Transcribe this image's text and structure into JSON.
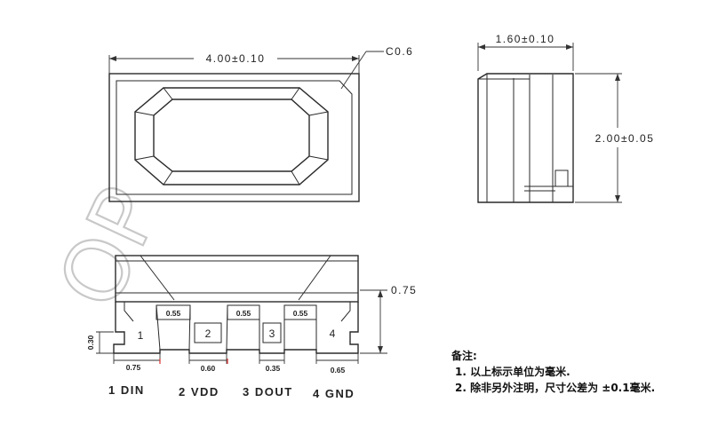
{
  "top_view": {
    "width_dim": "4.00±0.10",
    "chamfer_label": "C0.6"
  },
  "side_view": {
    "width_dim": "1.60±0.10",
    "height_dim": "2.00±0.05"
  },
  "bottom_view": {
    "height_dim": "0.75",
    "pad_gap_labels": [
      "0.55",
      "0.55",
      "0.55"
    ],
    "pad_numbers": [
      "1",
      "2",
      "3",
      "4"
    ],
    "pad_height": "0.30",
    "pad_widths": [
      "0.75",
      "0.60",
      "0.35",
      "0.65"
    ]
  },
  "pin_labels": [
    "1 DIN",
    "2 VDD",
    "3 DOUT",
    "4 GND"
  ],
  "notes": {
    "title": "备注:",
    "items": [
      "1. 以上标示单位为毫米.",
      "2. 除非另外注明，尺寸公差为 ±0.1毫米."
    ]
  },
  "watermark": "OP"
}
